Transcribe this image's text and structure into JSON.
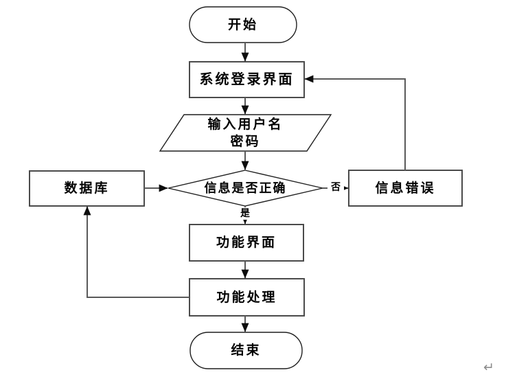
{
  "diagram": {
    "type": "flowchart",
    "background": "#ffffff",
    "nodes": {
      "start": {
        "shape": "terminator",
        "label": "开始"
      },
      "login": {
        "shape": "process",
        "label": "系统登录界面"
      },
      "input": {
        "shape": "input-output",
        "line1": "输入用户名",
        "line2": "密码"
      },
      "decision": {
        "shape": "decision",
        "label": "信息是否正确"
      },
      "database": {
        "shape": "process",
        "label": "数据库"
      },
      "error": {
        "shape": "process",
        "label": "信息错误"
      },
      "function_ui": {
        "shape": "process",
        "label": "功能界面"
      },
      "function_process": {
        "shape": "process",
        "label": "功能处理"
      },
      "end": {
        "shape": "terminator",
        "label": "结束"
      }
    },
    "edge_labels": {
      "yes": "是",
      "no": "否"
    },
    "edges": [
      {
        "from": "start",
        "to": "login",
        "label": ""
      },
      {
        "from": "login",
        "to": "input",
        "label": ""
      },
      {
        "from": "input",
        "to": "decision",
        "label": ""
      },
      {
        "from": "database",
        "to": "decision",
        "label": ""
      },
      {
        "from": "decision",
        "to": "error",
        "label": "否"
      },
      {
        "from": "error",
        "to": "login",
        "label": ""
      },
      {
        "from": "decision",
        "to": "function_ui",
        "label": "是"
      },
      {
        "from": "function_ui",
        "to": "function_process",
        "label": ""
      },
      {
        "from": "function_process",
        "to": "end",
        "label": ""
      },
      {
        "from": "function_process",
        "to": "database",
        "label": ""
      }
    ],
    "trailing_mark": "↵"
  },
  "colors": {
    "background": "#ffffff",
    "shape_fill": "#ffffff",
    "shape_border": "#1f1f1f",
    "rect_border": "#4a4a4a",
    "connector": "#595959",
    "arrowhead": "#0d0d0d",
    "text": "#000000",
    "return_mark": "#8c8c8c"
  }
}
